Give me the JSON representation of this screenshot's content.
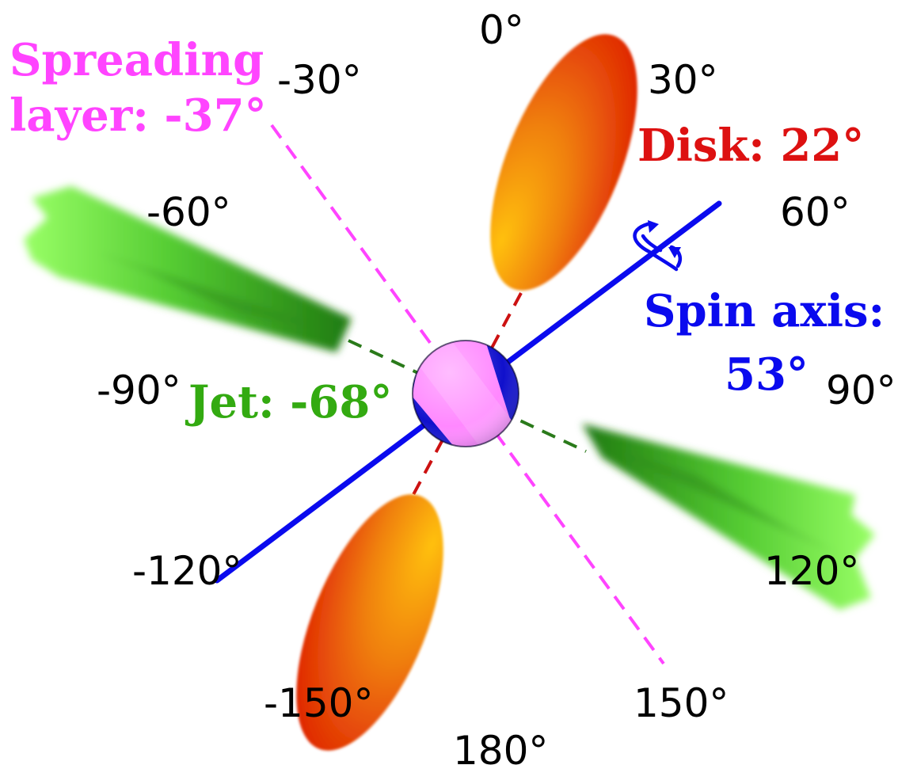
{
  "angle_labels": {
    "a0": "0°",
    "a30": "30°",
    "a60": "60°",
    "a90": "90°",
    "a120": "120°",
    "a150": "150°",
    "a180": "180°",
    "am150": "-150°",
    "am120": "-120°",
    "am90": "-90°",
    "am60": "-60°",
    "am30": "-30°"
  },
  "components": {
    "spreading_layer": {
      "line1": "Spreading",
      "line2": "layer: -37°",
      "color": "#ff44ff",
      "angle_deg": -37
    },
    "disk": {
      "label": "Disk: 22°",
      "color": "#dd1111",
      "angle_deg": 22
    },
    "spin_axis": {
      "line1": "Spin axis:",
      "line2": "53°",
      "color": "#0a0aee",
      "angle_deg": 53
    },
    "jet": {
      "label": "Jet: -68°",
      "color": "#33aa11",
      "angle_deg": -68
    }
  },
  "colors": {
    "disk_dark": "#dd1a00",
    "disk_light": "#ffc010",
    "jet_dark": "#2a8a1a",
    "jet_light": "#88ff55",
    "sphere_pink": "#ff88ff",
    "sphere_blue": "#1010cc"
  }
}
